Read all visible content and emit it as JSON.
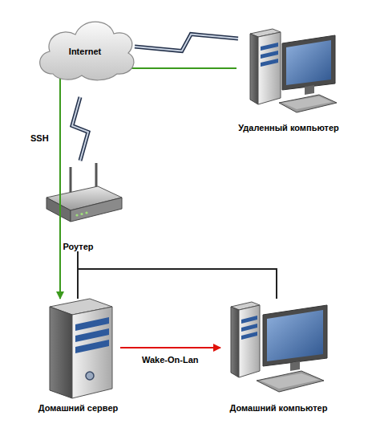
{
  "diagram": {
    "nodes": [
      {
        "text": [
          "Internet"
        ]
      },
      {
        "text": [
          "Удаленный компьютер"
        ]
      },
      {
        "text": [
          "Роутер"
        ]
      },
      {
        "text": [
          "Домашний сервер"
        ]
      },
      {
        "text": [
          "Домашний компьютер"
        ]
      }
    ],
    "edges": [
      {
        "from": 0,
        "to": 1,
        "arrow": "none"
      },
      {
        "from": 0,
        "to": 2,
        "arrow": "none"
      },
      {
        "from": 1,
        "to": 3,
        "arrow": "to"
      },
      {
        "from": 3,
        "to": 4,
        "label": "Wake-On-Lan",
        "arrow": "to"
      },
      {
        "from": 2,
        "to": 3,
        "arrow": "none"
      },
      {
        "from": 2,
        "to": 4,
        "arrow": "none"
      }
    ],
    "labels": [
      "SSH"
    ]
  }
}
